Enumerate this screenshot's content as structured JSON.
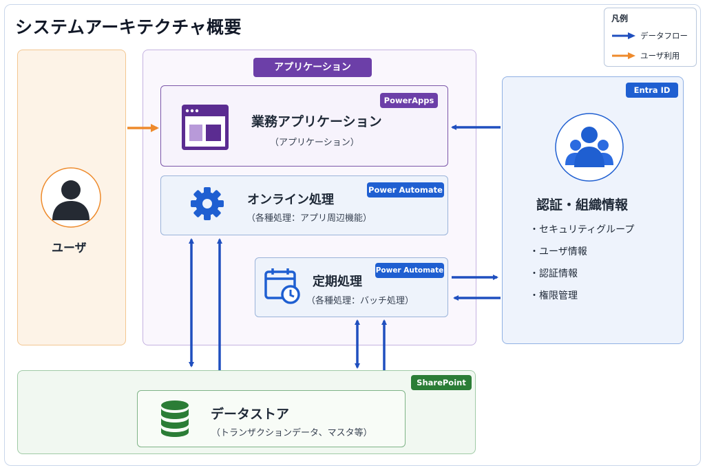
{
  "title": "システムアーキテクチャ概要",
  "legend": {
    "title": "凡例",
    "items": [
      {
        "label": "データフロー",
        "color": "#1f4fbf"
      },
      {
        "label": "ユーザ利用",
        "color": "#ee8a2b"
      }
    ]
  },
  "user": {
    "label": "ユーザ",
    "icon": "person-icon"
  },
  "application": {
    "group_label": "アプリケーション",
    "business_app": {
      "badge": "PowerApps",
      "title": "業務アプリケーション",
      "subtitle": "（アプリケーション）",
      "icon": "app-window-icon"
    },
    "online": {
      "badge": "Power Automate",
      "title": "オンライン処理",
      "subtitle": "（各種処理：アプリ周辺機能）",
      "icon": "gear-icon"
    },
    "scheduled": {
      "badge": "Power Automate",
      "title": "定期処理",
      "subtitle": "（各種処理：バッチ処理）",
      "icon": "calendar-clock-icon"
    }
  },
  "entra": {
    "badge": "Entra ID",
    "title": "認証・組織情報",
    "icon": "group-icon",
    "items": [
      "セキュリティグループ",
      "ユーザ情報",
      "認証情報",
      "権限管理"
    ]
  },
  "sharepoint": {
    "badge": "SharePoint",
    "store": {
      "title": "データストア",
      "subtitle": "（トランザクションデータ、マスタ等）",
      "icon": "database-icon"
    }
  },
  "colors": {
    "purple": "#6c3fa8",
    "blue": "#1f5fd1",
    "arrow_blue": "#1f4fbf",
    "orange": "#ee8a2b",
    "green": "#2b7d36"
  }
}
